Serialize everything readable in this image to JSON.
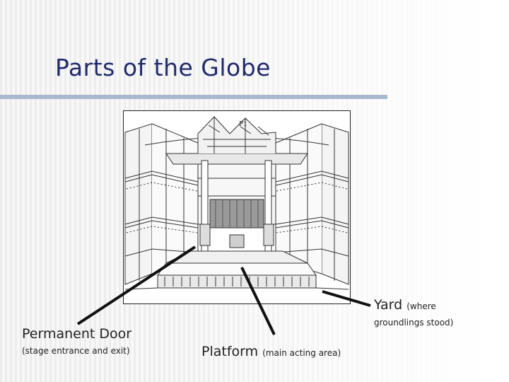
{
  "slide": {
    "title": "Parts of the Globe",
    "accent_color": "#1f2a6e",
    "rule_color": "#a9b9cd"
  },
  "image": {
    "subject": "Globe theatre interior sketch",
    "stage_sign": "P1"
  },
  "labels": {
    "yard_main": "Yard",
    "yard_note_line1": "(where",
    "yard_note_line2": "groundlings stood)",
    "door_main": "Permanent Door",
    "door_note": "(stage entrance and exit)",
    "platform_main": "Platform",
    "platform_note": "(main acting area)"
  }
}
